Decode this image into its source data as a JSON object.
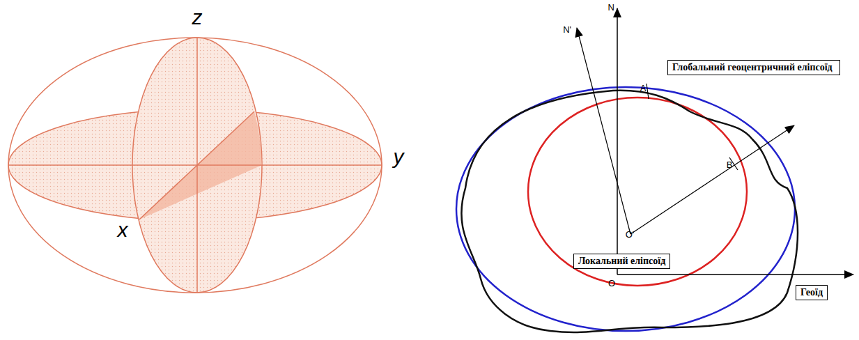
{
  "diagram": {
    "nodes": [
      {
        "text": [
          "Глобальний геоцентричний еліпсоїд"
        ]
      },
      {
        "text": [
          "Локальний еліпсоїд"
        ]
      },
      {
        "text": [
          "Геоїд"
        ]
      }
    ],
    "labels": [
      "z",
      "y",
      "x",
      "N",
      "N'",
      "A",
      "B",
      "O",
      "O'"
    ]
  }
}
